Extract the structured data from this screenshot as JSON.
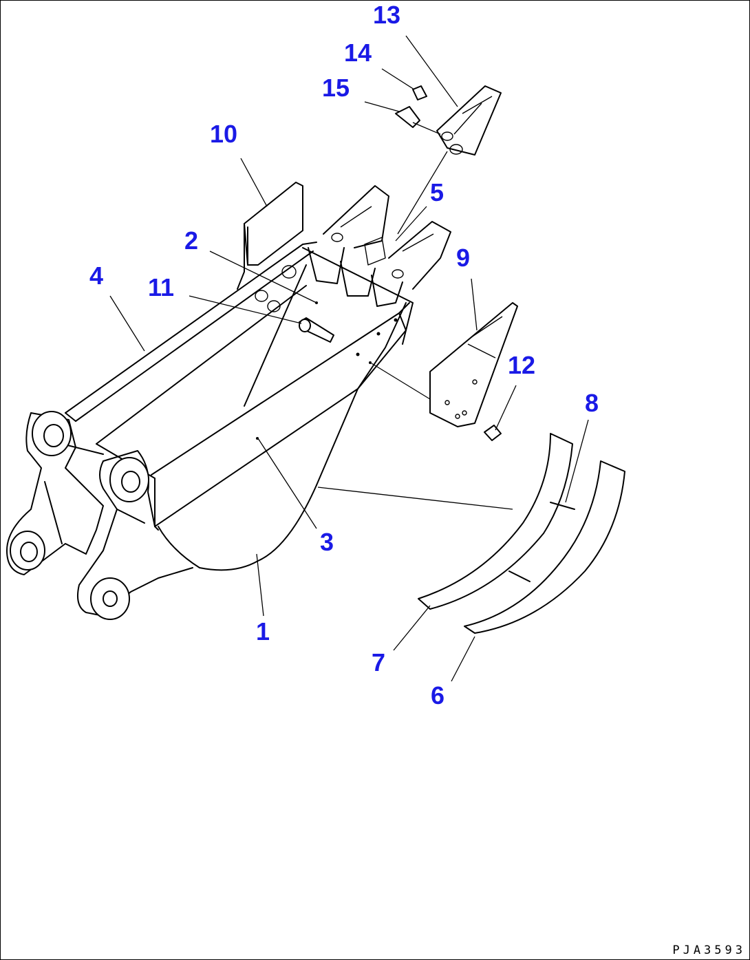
{
  "diagram": {
    "drawing_code": "PJA3593",
    "colors": {
      "callout": "#1a1ae6",
      "line": "#000000",
      "background": "#ffffff"
    },
    "callouts": {
      "c1": "1",
      "c2": "2",
      "c3": "3",
      "c4": "4",
      "c5": "5",
      "c6": "6",
      "c7": "7",
      "c8": "8",
      "c9": "9",
      "c10": "10",
      "c11": "11",
      "c12": "12",
      "c13": "13",
      "c14": "14",
      "c15": "15"
    }
  }
}
